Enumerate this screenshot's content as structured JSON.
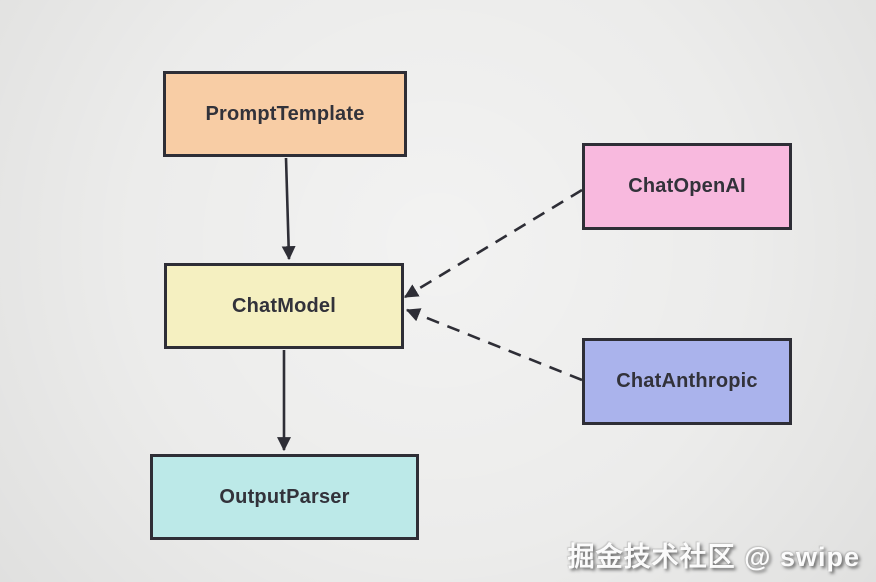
{
  "diagram": {
    "background_color": "#ececeb",
    "stroke_color": "#2e2e36",
    "text_color": "#32323a",
    "nodes": [
      {
        "id": "prompt-template",
        "label": "PromptTemplate",
        "fill": "#f8cda5"
      },
      {
        "id": "chat-model",
        "label": "ChatModel",
        "fill": "#f5f0c1"
      },
      {
        "id": "output-parser",
        "label": "OutputParser",
        "fill": "#bce9e8"
      },
      {
        "id": "chat-openai",
        "label": "ChatOpenAI",
        "fill": "#f8b9de"
      },
      {
        "id": "chat-anthropic",
        "label": "ChatAnthropic",
        "fill": "#aab3ec"
      }
    ],
    "edges": [
      {
        "from": "prompt-template",
        "to": "chat-model",
        "style": "solid"
      },
      {
        "from": "chat-model",
        "to": "output-parser",
        "style": "solid"
      },
      {
        "from": "chat-openai",
        "to": "chat-model",
        "style": "dashed"
      },
      {
        "from": "chat-anthropic",
        "to": "chat-model",
        "style": "dashed"
      }
    ],
    "watermark": "掘金技术社区 @ swipe"
  }
}
